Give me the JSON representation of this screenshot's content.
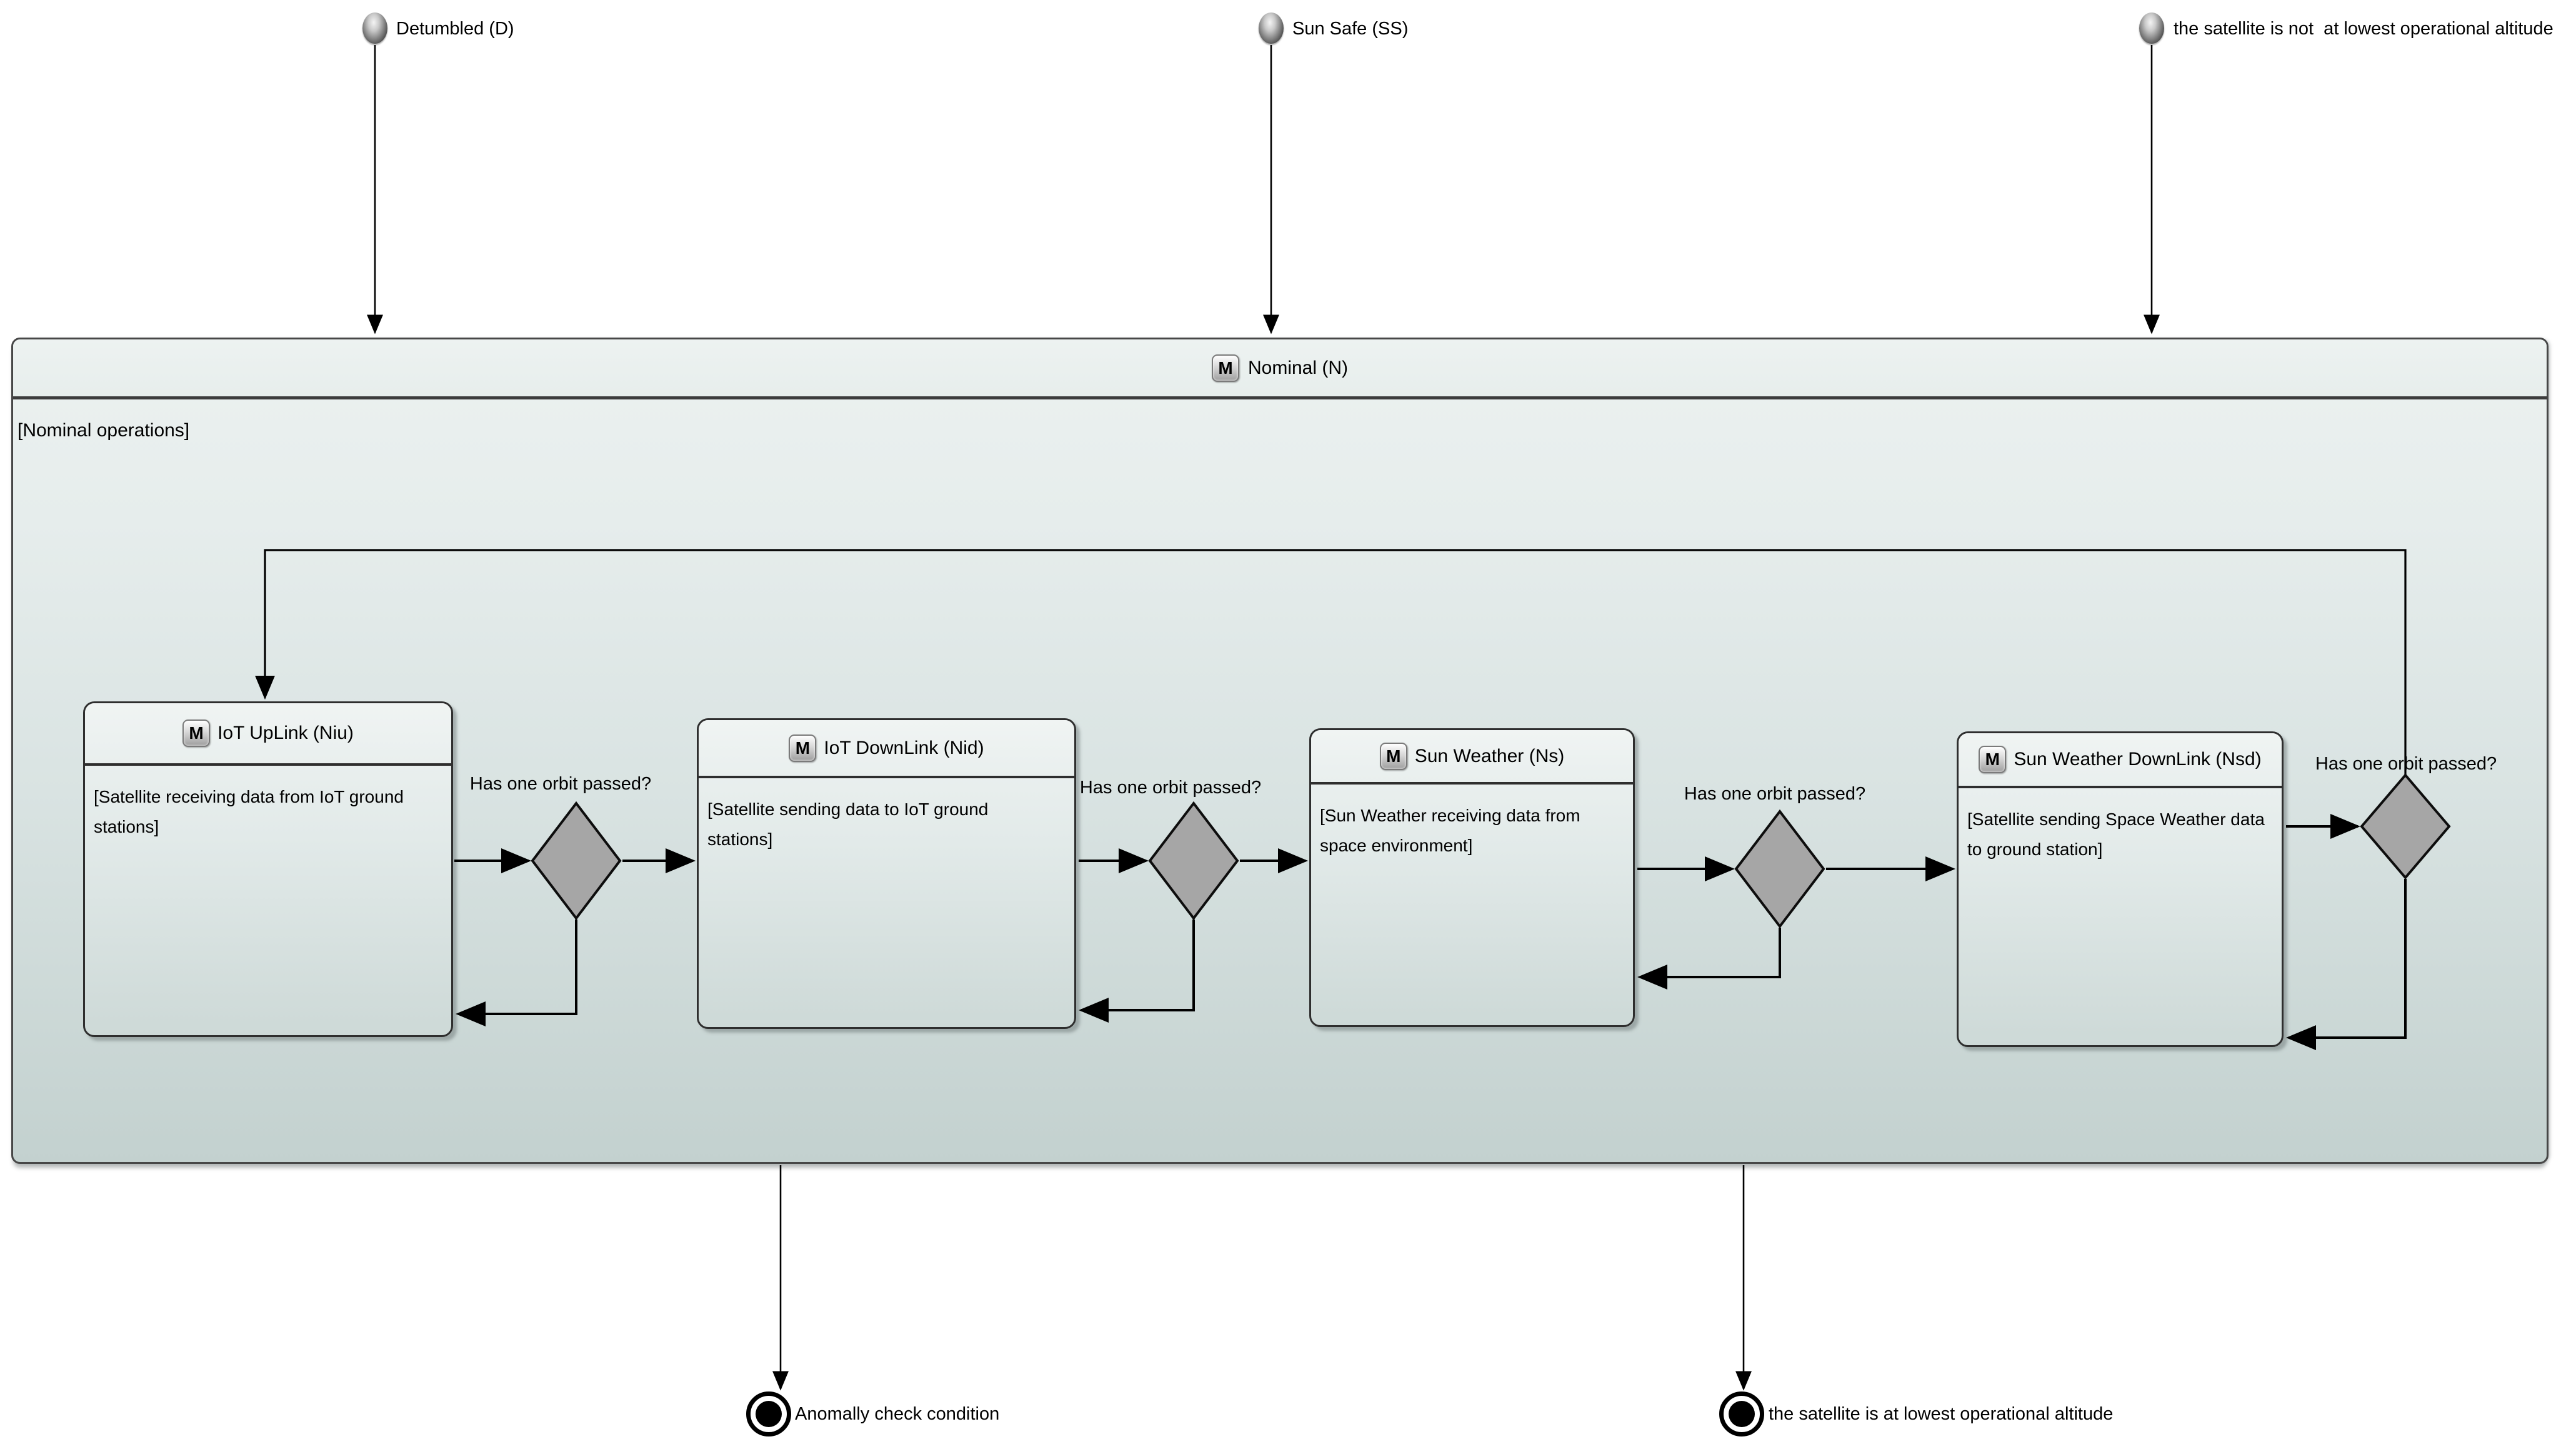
{
  "diagram": {
    "icon_letter": "M",
    "composite_title": "Nominal (N)",
    "guard": "[Nominal operations]"
  },
  "initial_nodes": [
    {
      "label": "Detumbled (D)"
    },
    {
      "label": "Sun Safe (SS)"
    },
    {
      "label": "the satellite is not  at lowest operational altitude"
    }
  ],
  "states": [
    {
      "icon_letter": "M",
      "title": "IoT UpLink (Niu)",
      "body": "[Satellite receiving data from IoT ground stations]"
    },
    {
      "icon_letter": "M",
      "title": "IoT DownLink (Nid)",
      "body": "[Satellite sending data to IoT ground stations]"
    },
    {
      "icon_letter": "M",
      "title": "Sun Weather (Ns)",
      "body": "[Sun Weather receiving data from space environment]"
    },
    {
      "icon_letter": "M",
      "title": "Sun Weather DownLink (Nsd)",
      "body": "[Satellite sending Space Weather data to ground station]"
    }
  ],
  "decisions": [
    {
      "label": "Has one orbit passed?"
    },
    {
      "label": "Has one orbit passed?"
    },
    {
      "label": "Has one orbit passed?"
    },
    {
      "label": "Has one orbit passed?"
    }
  ],
  "final_nodes": [
    {
      "label": "Anomally check condition"
    },
    {
      "label": "the satellite is at lowest operational altitude"
    }
  ],
  "colors": {
    "decision_fill": "#a6a6a6",
    "line": "#000000",
    "container_border": "#474747",
    "state_border": "#2e2e2e"
  }
}
